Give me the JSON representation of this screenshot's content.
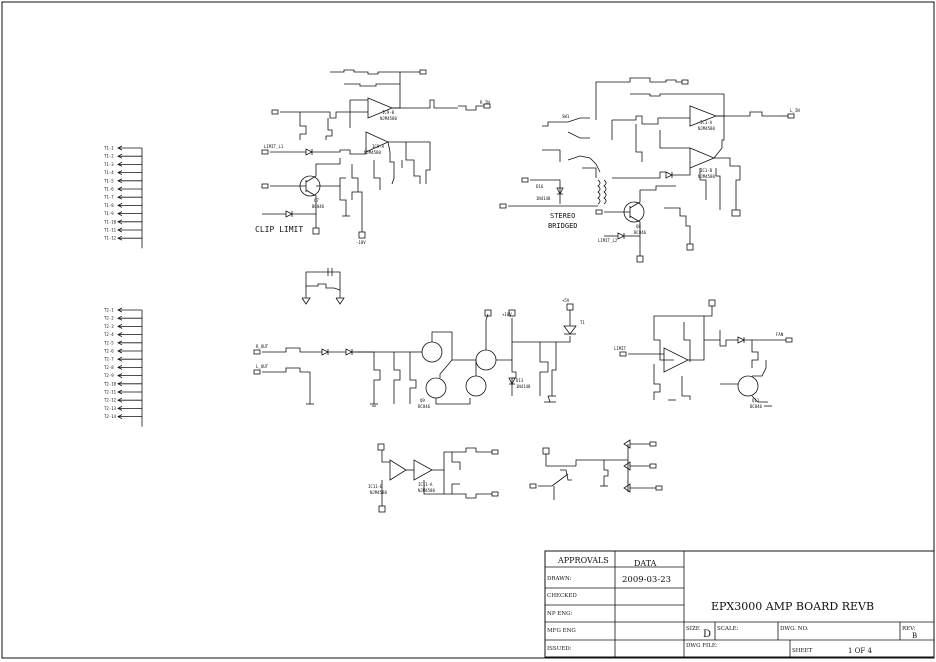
{
  "pin_column_1": [
    "T1-1",
    "T1-2",
    "T1-3",
    "T1-4",
    "T1-5",
    "T1-6",
    "T1-7",
    "T1-8",
    "T1-9",
    "T1-10",
    "T1-11",
    "T1-12"
  ],
  "pin_column_2": [
    "T2-1",
    "T2-2",
    "T2-3",
    "T2-4",
    "T2-5",
    "T2-6",
    "T2-7",
    "T2-8",
    "T2-9",
    "T2-10",
    "T2-11",
    "T2-12",
    "T2-13",
    "T2-14"
  ],
  "block_labels": {
    "clip_limit": "CLIP LIMIT",
    "stereo": "STEREO",
    "bridged": "BRIDGED"
  },
  "parts": [
    {
      "name": "IC9-B",
      "sub": "NJM4580"
    },
    {
      "name": "IC9-A",
      "sub": "NJM4580"
    },
    {
      "name": "IC1-A",
      "sub": "NJM4580"
    },
    {
      "name": "IC1-B",
      "sub": "NJM4580"
    },
    {
      "name": "Q7",
      "sub": "BC846"
    },
    {
      "name": "Q8",
      "sub": "BC846"
    },
    {
      "name": "Q9",
      "sub": "BC846"
    },
    {
      "name": "Q11",
      "sub": "BC846"
    },
    {
      "name": "SW1",
      "sub": ""
    },
    {
      "name": "D16",
      "sub": "1N4148"
    },
    {
      "name": "D13",
      "sub": "1N4148"
    },
    {
      "name": "IC11-B",
      "sub": "NJM4580"
    },
    {
      "name": "IC11-A",
      "sub": "NJM4580"
    },
    {
      "name": "T1",
      "sub": ""
    }
  ],
  "net_labels": [
    "R_IN",
    "L_IN",
    "R_OUT",
    "L_OUT",
    "LIMIT_L1",
    "LIMIT_L2",
    "-18V",
    "+18V",
    "+5V",
    "LIMIT",
    "FAN"
  ],
  "title_block": {
    "approvals": "APPROVALS",
    "data": "DATA",
    "drawn_label": "DRAWN:",
    "drawn_date": "2009-03-23",
    "checked_label": "CHECKED",
    "np_eng_label": "NP ENG:",
    "mfg_eng_label": "MFG ENG",
    "issued_label": "ISSUED:",
    "title": "EPX3000 AMP BOARD REVB",
    "size_label": "SIZE",
    "size_value": "D",
    "scale_label": "SCALE:",
    "dwg_no_label": "DWG. NO.",
    "rev_label": "REV:",
    "rev_value": "B",
    "dwg_file_label": "DWG FILE:",
    "sheet_label": "SHEET",
    "sheet_value": "1 OF 4"
  }
}
